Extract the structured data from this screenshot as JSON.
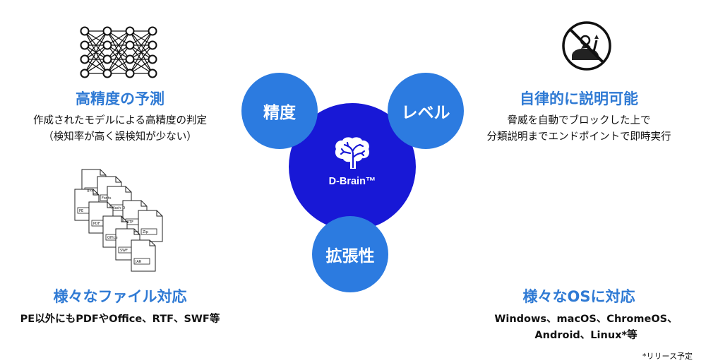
{
  "center": {
    "label": "D-Brain™",
    "satellites": [
      "精度",
      "レベル",
      "拡張性"
    ]
  },
  "features": {
    "accuracy": {
      "title": "高精度の予測",
      "desc": [
        "作成されたモデルによる高精度の判定",
        "（検知率が高く誤検知が少ない）"
      ]
    },
    "autonomy": {
      "title": "自律的に説明可能",
      "desc": [
        "脅威を自動でブロックした上で",
        "分類説明までエンドポイントで即時実行"
      ]
    },
    "files": {
      "title": "様々なファイル対応",
      "desc": [
        "PE以外にもPDFやOffice、RTF、SWF等"
      ],
      "file_labels": [
        "TIFF",
        "Fonts",
        "PE",
        "Mach-O",
        "PDF",
        "RTF",
        "Office",
        "Zip",
        "SWF",
        "JAR"
      ]
    },
    "os": {
      "title": "様々なOSに対応",
      "desc": [
        "Windows、macOS、ChromeOS、",
        "Android、Linux*等"
      ]
    }
  },
  "footnote": "*リリース予定",
  "colors": {
    "title_blue": "#2f7ad4",
    "satellite_blue": "#2c7be0",
    "core_blue": "#1818d6"
  }
}
